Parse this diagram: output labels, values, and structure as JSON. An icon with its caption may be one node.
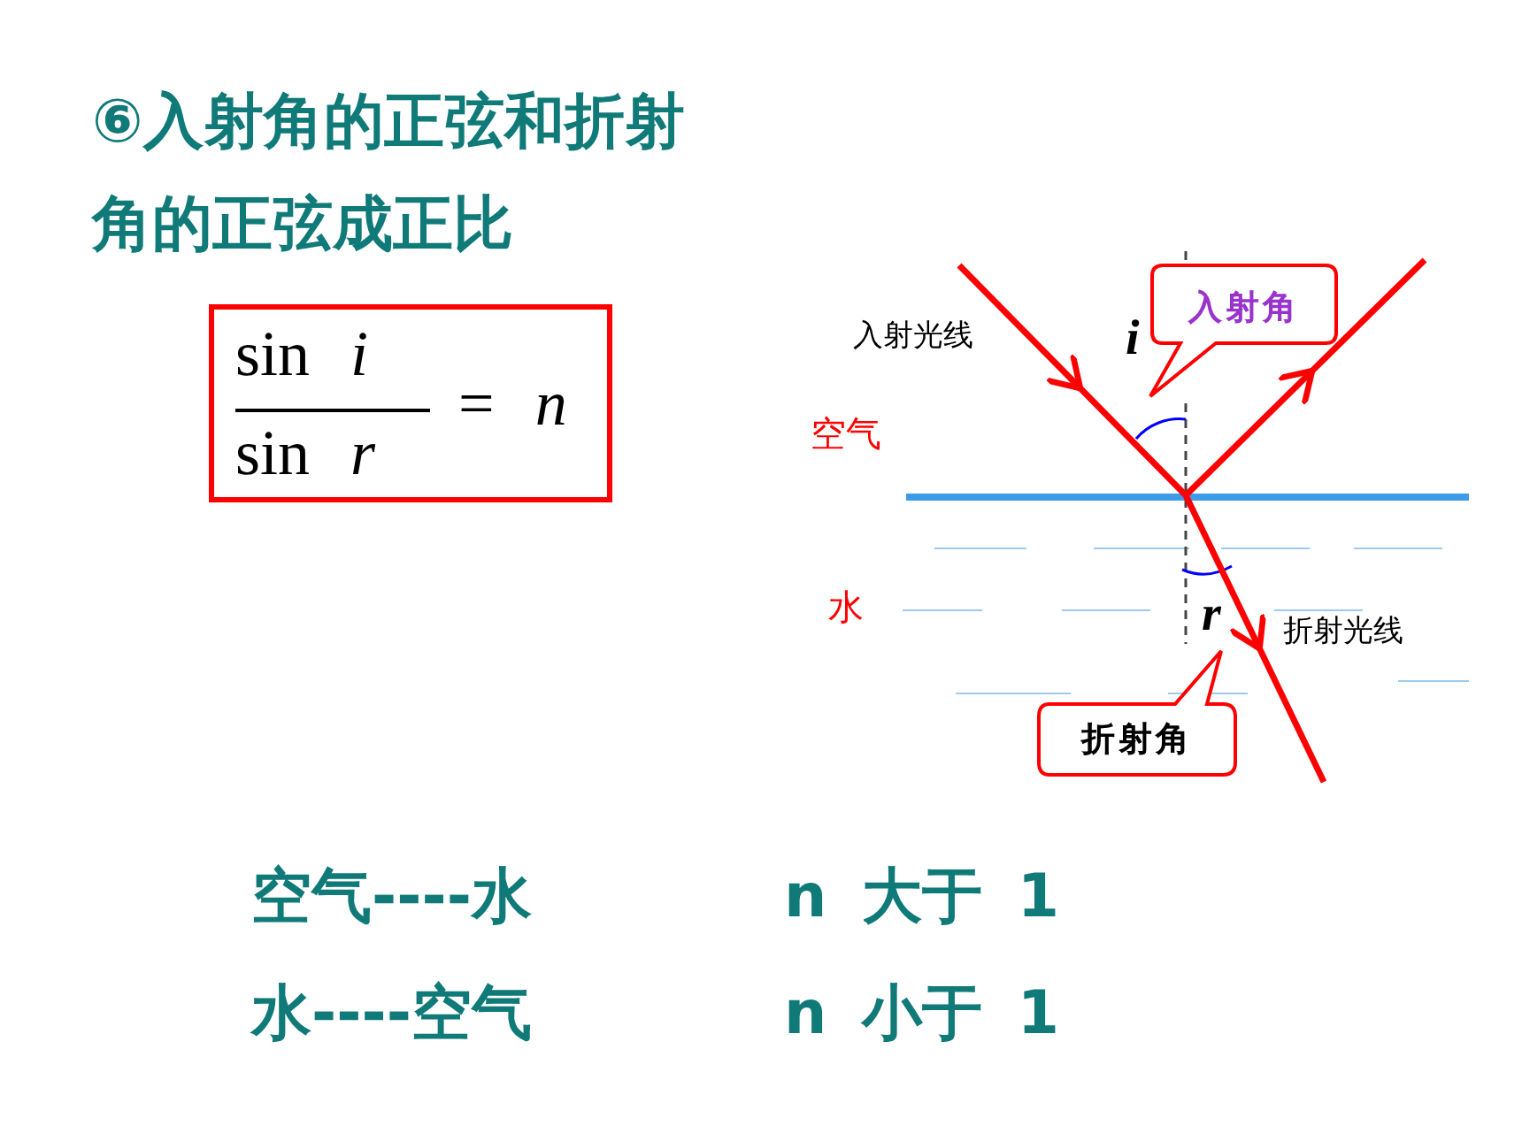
{
  "diagram": {
    "title": "⑥入射角的正弦和折射角的正弦成正比",
    "nodes": [
      {
        "text": [
          "sin *i*",
          "sin *r*",
          "= *n*"
        ]
      },
      {
        "text": [
          "入射角"
        ]
      },
      {
        "text": [
          "折射角"
        ]
      }
    ],
    "labels": [
      "入射光线",
      "*i*",
      "空气",
      "水",
      "*r*",
      "折射光线",
      "空气----水",
      "n 大于 1",
      "水----空气",
      "n 小于 1"
    ]
  }
}
